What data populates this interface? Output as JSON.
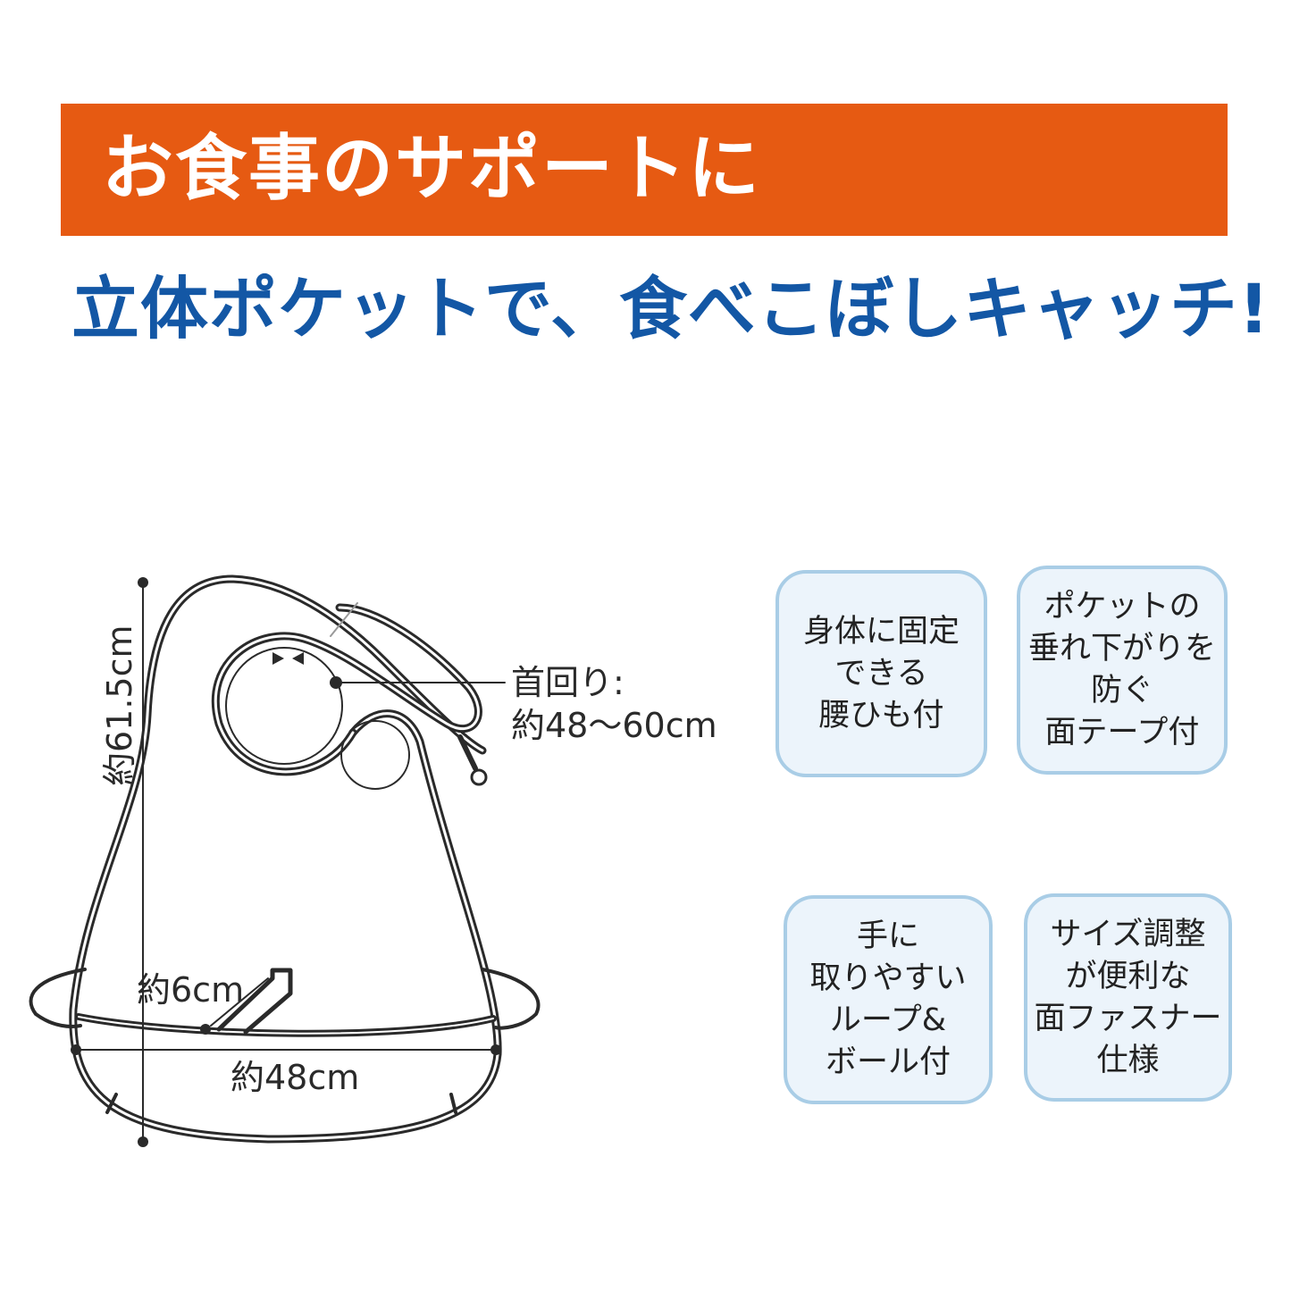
{
  "header": {
    "title": "お食事のサポートに",
    "band_color": "#e65a12",
    "text_color": "#ffffff"
  },
  "subtitle": {
    "text": "立体ポケットで、食べこぼしキャッチ!",
    "color": "#1357a5"
  },
  "diagram": {
    "icon": "bib-outline-illustration",
    "dimensions": {
      "height": "約61.5cm",
      "neck_label": "首回り:",
      "neck_value": "約48〜60cm",
      "pocket_depth": "約6cm",
      "width": "約48cm"
    }
  },
  "features": [
    {
      "text": "身体に固定\nできる\n腰ひも付"
    },
    {
      "text": "ポケットの\n垂れ下がりを\n防ぐ\n面テープ付"
    },
    {
      "text": "手に\n取りやすい\nループ&\nボール付"
    },
    {
      "text": "サイズ調整\nが便利な\n面ファスナー\n仕様"
    }
  ],
  "colors": {
    "card_background": "#ecf4fb",
    "card_border": "#a9cde6",
    "card_text": "#222222",
    "line_art": "#2a2a2a"
  }
}
